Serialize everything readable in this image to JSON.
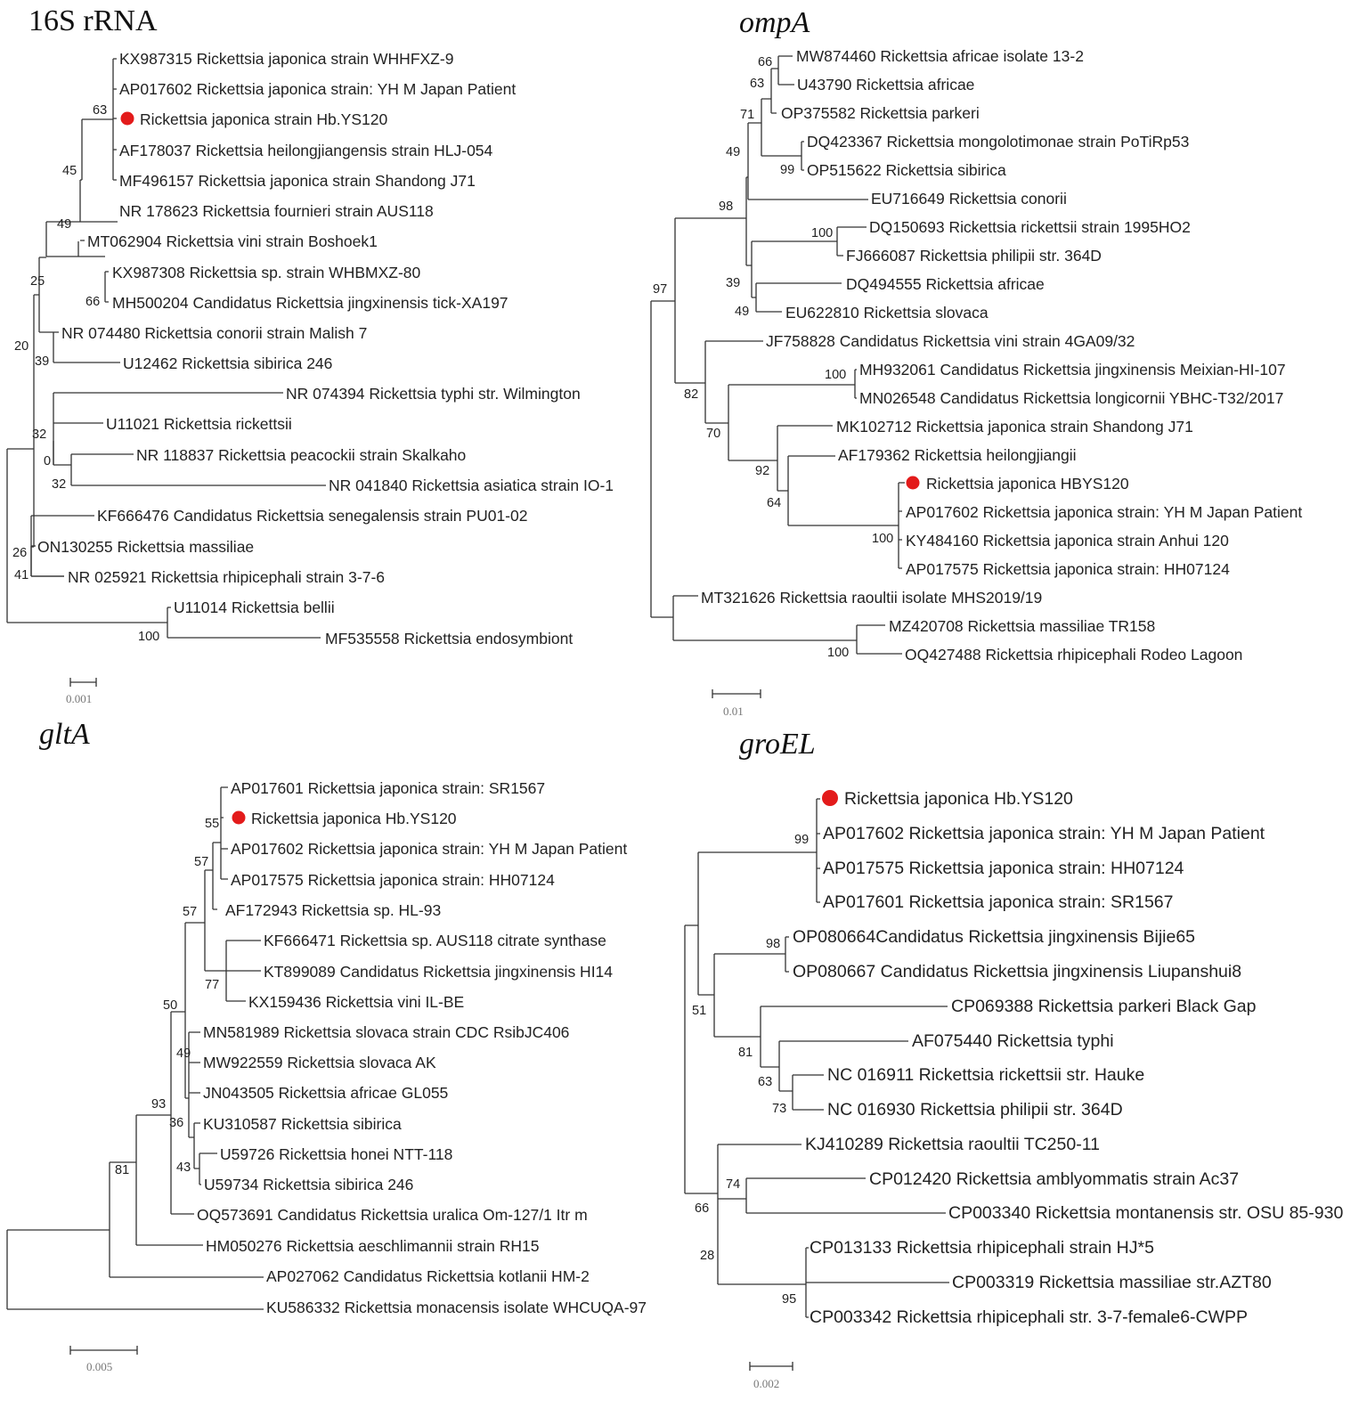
{
  "panels": [
    {
      "id": "16s",
      "title": "16S rRNA",
      "title_italic": false,
      "marker_color": "#e31b1b",
      "scale_label": "0.001",
      "leaves": [
        "KX987315 Rickettsia japonica strain WHHFXZ-9",
        "AP017602 Rickettsia japonica strain: YH M Japan Patient",
        "Rickettsia japonica strain Hb.YS120",
        "AF178037 Rickettsia heilongjiangensis strain HLJ-054",
        "MF496157 Rickettsia japonica strain Shandong J71",
        "NR 178623 Rickettsia fournieri strain AUS118",
        "MT062904 Rickettsia vini strain Boshoek1",
        "KX987308 Rickettsia sp. strain WHBMXZ-80",
        "MH500204 Candidatus Rickettsia jingxinensis tick-XA197",
        "NR 074480 Rickettsia conorii strain Malish 7",
        "U12462 Rickettsia sibirica 246",
        "NR 074394 Rickettsia typhi str. Wilmington",
        "U11021 Rickettsia rickettsii",
        "NR 118837 Rickettsia peacockii strain Skalkaho",
        "NR 041840 Rickettsia asiatica strain IO-1",
        "KF666476 Candidatus Rickettsia senegalensis strain PU01-02",
        "ON130255 Rickettsia massiliae",
        "NR 025921 Rickettsia rhipicephali strain 3-7-6",
        "U11014 Rickettsia bellii",
        "MF535558 Rickettsia endosymbiont"
      ],
      "support_values": [
        "63",
        "45",
        "49",
        "66",
        "25",
        "20",
        "39",
        "32",
        "0",
        "32",
        "26",
        "41",
        "100"
      ]
    },
    {
      "id": "ompa",
      "title": "ompA",
      "title_italic": true,
      "marker_color": "#e31b1b",
      "scale_label": "0.01",
      "leaves": [
        "MW874460 Rickettsia africae isolate 13-2",
        "U43790 Rickettsia africae",
        "OP375582 Rickettsia parkeri",
        "DQ423367 Rickettsia mongolotimonae strain PoTiRp53",
        "OP515622 Rickettsia sibirica",
        "EU716649 Rickettsia conorii",
        "DQ150693 Rickettsia rickettsii strain 1995HO2",
        "FJ666087 Rickettsia philipii str. 364D",
        "DQ494555 Rickettsia africae",
        "EU622810 Rickettsia slovaca",
        "JF758828 Candidatus Rickettsia vini strain 4GA09/32",
        "MH932061 Candidatus Rickettsia jingxinensis Meixian-HI-107",
        "MN026548 Candidatus Rickettsia longicornii YBHC-T32/2017",
        "MK102712 Rickettsia japonica strain Shandong J71",
        "AF179362 Rickettsia heilongjiangii",
        "Rickettsia japonica HBYS120",
        "AP017602 Rickettsia japonica strain: YH M Japan Patient",
        "KY484160 Rickettsia japonica strain Anhui 120",
        "AP017575 Rickettsia japonica strain: HH07124",
        "MT321626 Rickettsia raoultii isolate MHS2019/19",
        "MZ420708 Rickettsia massiliae TR158",
        "OQ427488 Rickettsia rhipicephali Rodeo Lagoon"
      ],
      "support_values": [
        "66",
        "63",
        "71",
        "49",
        "99",
        "98",
        "100",
        "39",
        "49",
        "97",
        "100",
        "82",
        "70",
        "92",
        "64",
        "100",
        "100"
      ]
    },
    {
      "id": "glta",
      "title": "gltA",
      "title_italic": true,
      "marker_color": "#e31b1b",
      "scale_label": "0.005",
      "leaves": [
        "AP017601 Rickettsia japonica strain: SR1567",
        "Rickettsia japonica Hb.YS120",
        "AP017602 Rickettsia japonica strain: YH M Japan Patient",
        "AP017575 Rickettsia japonica strain: HH07124",
        "AF172943 Rickettsia sp. HL-93",
        "KF666471 Rickettsia sp. AUS118 citrate synthase",
        "KT899089 Candidatus Rickettsia jingxinensis HI14",
        "KX159436 Rickettsia vini IL-BE",
        "MN581989 Rickettsia slovaca strain CDC RsibJC406",
        "MW922559 Rickettsia slovaca AK",
        "JN043505 Rickettsia africae GL055",
        "KU310587 Rickettsia sibirica",
        "U59726 Rickettsia honei NTT-118",
        "U59734 Rickettsia sibirica 246",
        "OQ573691 Candidatus Rickettsia uralica Om-127/1 Itr m",
        "HM050276 Rickettsia aeschlimannii strain RH15",
        "AP027062 Candidatus Rickettsia kotlanii HM-2",
        "KU586332 Rickettsia monacensis isolate WHCUQA-97"
      ],
      "support_values": [
        "55",
        "57",
        "57",
        "77",
        "50",
        "49",
        "36",
        "43",
        "93",
        "81"
      ]
    },
    {
      "id": "groel",
      "title": "groEL",
      "title_italic": true,
      "marker_color": "#e31b1b",
      "scale_label": "0.002",
      "leaves": [
        "Rickettsia japonica Hb.YS120",
        "AP017602 Rickettsia japonica strain: YH M Japan Patient",
        "AP017575 Rickettsia japonica strain: HH07124",
        "AP017601 Rickettsia japonica strain: SR1567",
        "OP080664Candidatus Rickettsia jingxinensis Bijie65",
        "OP080667 Candidatus Rickettsia jingxinensis Liupanshui8",
        "CP069388 Rickettsia parkeri Black Gap",
        "AF075440 Rickettsia typhi",
        "NC 016911 Rickettsia rickettsii str. Hauke",
        "NC 016930 Rickettsia philipii str. 364D",
        "KJ410289 Rickettsia raoultii TC250-11",
        "CP012420 Rickettsia amblyommatis strain Ac37",
        "CP003340 Rickettsia montanensis str. OSU 85-930",
        "CP013133 Rickettsia rhipicephali strain HJ*5",
        "CP003319 Rickettsia massiliae str.AZT80",
        "CP003342 Rickettsia rhipicephali str. 3-7-female6-CWPP"
      ],
      "support_values": [
        "99",
        "98",
        "51",
        "81",
        "63",
        "73",
        "74",
        "66",
        "28",
        "95"
      ]
    }
  ]
}
